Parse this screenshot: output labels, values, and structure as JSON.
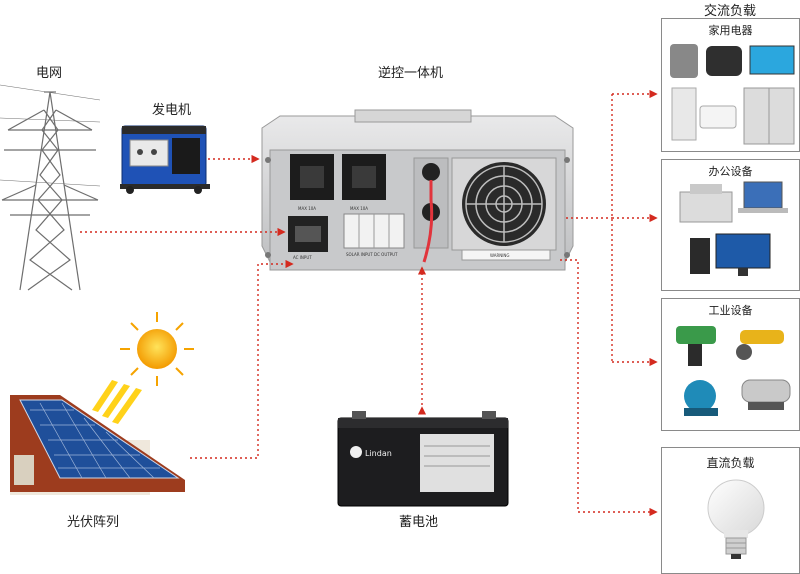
{
  "labels": {
    "grid": "电网",
    "generator": "发电机",
    "inverter": "逆控一体机",
    "pv": "光伏阵列",
    "battery": "蓄电池",
    "ac_load": "交流负载",
    "dc_load": "直流负载"
  },
  "boxes": {
    "home": "家用电器",
    "office": "办公设备",
    "industrial": "工业设备"
  },
  "inverter_panel": {
    "socket_rating_1": "MAX 10A",
    "socket_rating_2": "MAX 10A",
    "ac_input": "AC INPUT",
    "terminals": "SOLAR INPUT  DC OUTPUT",
    "warning": "WARNING"
  },
  "battery_brand": "Lindan",
  "colors": {
    "connector": "#d42a1f",
    "box_border": "#8a8a8a"
  }
}
